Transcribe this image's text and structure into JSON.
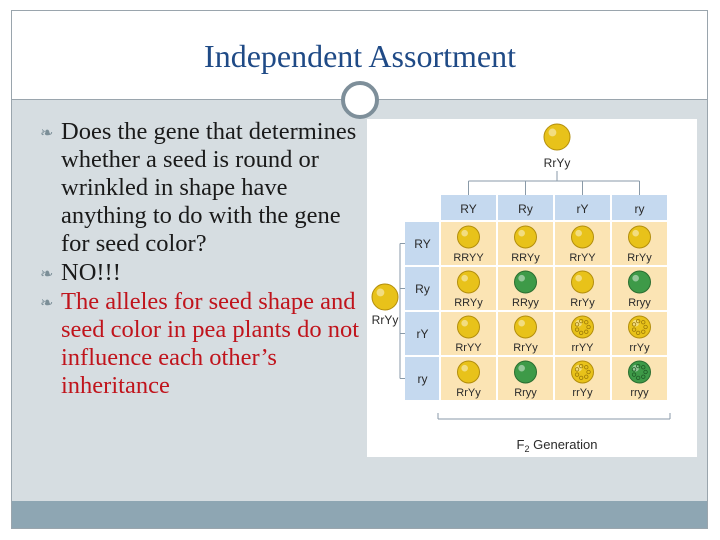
{
  "slide": {
    "title": "Independent Assortment",
    "bullets": [
      {
        "text": "Does the gene that determines whether a seed is round or wrinkled in shape have anything to do with the gene for seed color?",
        "color": "#1a1a1a"
      },
      {
        "text": "NO!!!",
        "color": "#1a1a1a"
      },
      {
        "text": "The alleles for seed shape and seed color in pea plants do not influence each other’s inheritance",
        "color": "#c0141c"
      }
    ]
  },
  "punnett": {
    "top_parent": "RrYy",
    "side_parent": "RrYy",
    "column_headers": [
      "RY",
      "Ry",
      "rY",
      "ry"
    ],
    "row_headers": [
      "RY",
      "Ry",
      "rY",
      "ry"
    ],
    "cells": [
      [
        {
          "genotype": "RRYY",
          "seed": "round-yellow"
        },
        {
          "genotype": "RRYy",
          "seed": "round-yellow"
        },
        {
          "genotype": "RrYY",
          "seed": "round-yellow"
        },
        {
          "genotype": "RrYy",
          "seed": "round-yellow"
        }
      ],
      [
        {
          "genotype": "RRYy",
          "seed": "round-yellow"
        },
        {
          "genotype": "RRyy",
          "seed": "round-green"
        },
        {
          "genotype": "RrYy",
          "seed": "round-yellow"
        },
        {
          "genotype": "Rryy",
          "seed": "round-green"
        }
      ],
      [
        {
          "genotype": "RrYY",
          "seed": "round-yellow"
        },
        {
          "genotype": "RrYy",
          "seed": "round-yellow"
        },
        {
          "genotype": "rrYY",
          "seed": "wrinkled-yellow"
        },
        {
          "genotype": "rrYy",
          "seed": "wrinkled-yellow"
        }
      ],
      [
        {
          "genotype": "RrYy",
          "seed": "round-yellow"
        },
        {
          "genotype": "Rryy",
          "seed": "round-green"
        },
        {
          "genotype": "rrYy",
          "seed": "wrinkled-yellow"
        },
        {
          "genotype": "rryy",
          "seed": "wrinkled-green"
        }
      ]
    ],
    "caption_prefix": "F",
    "caption_subscript": "2",
    "caption_suffix": " Generation",
    "colors": {
      "yellow": "#e8c21a",
      "green": "#3e9a48",
      "header_fill": "#c5d9ef",
      "cell_fill": "#fbe4b4",
      "line": "#8a9aa8",
      "title": "#1f4a86"
    }
  }
}
